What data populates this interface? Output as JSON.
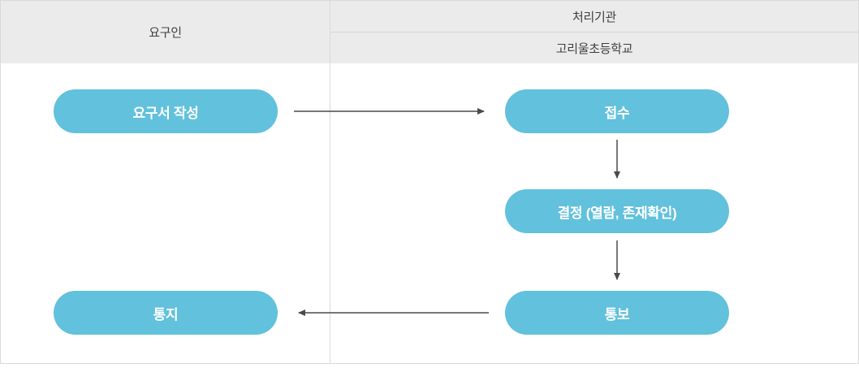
{
  "header": {
    "left_column": "요구인",
    "right_column": "처리기관",
    "right_subcolumn": "고리울초등학교"
  },
  "nodes": {
    "request_write": "요구서 작성",
    "receipt": "접수",
    "decision": "결정 (열람, 존재확인)",
    "notify": "통보",
    "notice": "통지"
  },
  "flow": [
    {
      "from": "요구서 작성",
      "to": "접수"
    },
    {
      "from": "접수",
      "to": "결정 (열람, 존재확인)"
    },
    {
      "from": "결정 (열람, 존재확인)",
      "to": "통보"
    },
    {
      "from": "통보",
      "to": "통지"
    }
  ],
  "colors": {
    "node_fill": "#62c1dc",
    "node_text": "#ffffff",
    "header_bg": "#ebebeb",
    "header_text": "#404040",
    "border": "#d9d9d9",
    "arrow": "#4a4a4a"
  }
}
